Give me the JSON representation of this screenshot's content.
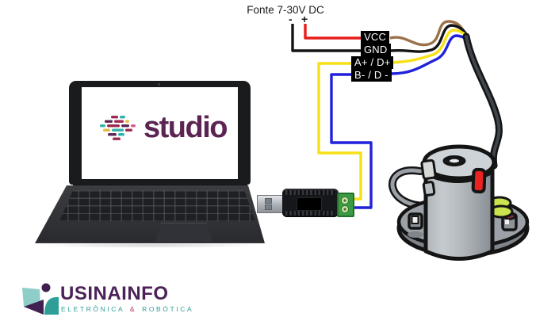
{
  "diagram": {
    "power_supply": {
      "label": "Fonte 7-30V DC",
      "minus": "-",
      "plus": "+"
    },
    "terminal_block": {
      "rows": [
        "VCC",
        "GND",
        "A+ / D+",
        "B- / D -"
      ]
    },
    "laptop": {
      "screen_logo_text": "studio"
    },
    "wire_colors": {
      "red": "#e81c1c",
      "black": "#141414",
      "yellow": "#f7e017",
      "blue": "#2121dc",
      "brown": "#9b7149",
      "cable_core": "#41464c"
    }
  },
  "footer": {
    "brand": "USINAINFO",
    "tagline": {
      "left": "ELETRÔNICA",
      "amp": "&",
      "right": "ROBÓTICA"
    },
    "colors": {
      "brand_text": "#4b2157",
      "tagline_teal": "#2e9e96",
      "tagline_amp": "#b03a62"
    }
  }
}
